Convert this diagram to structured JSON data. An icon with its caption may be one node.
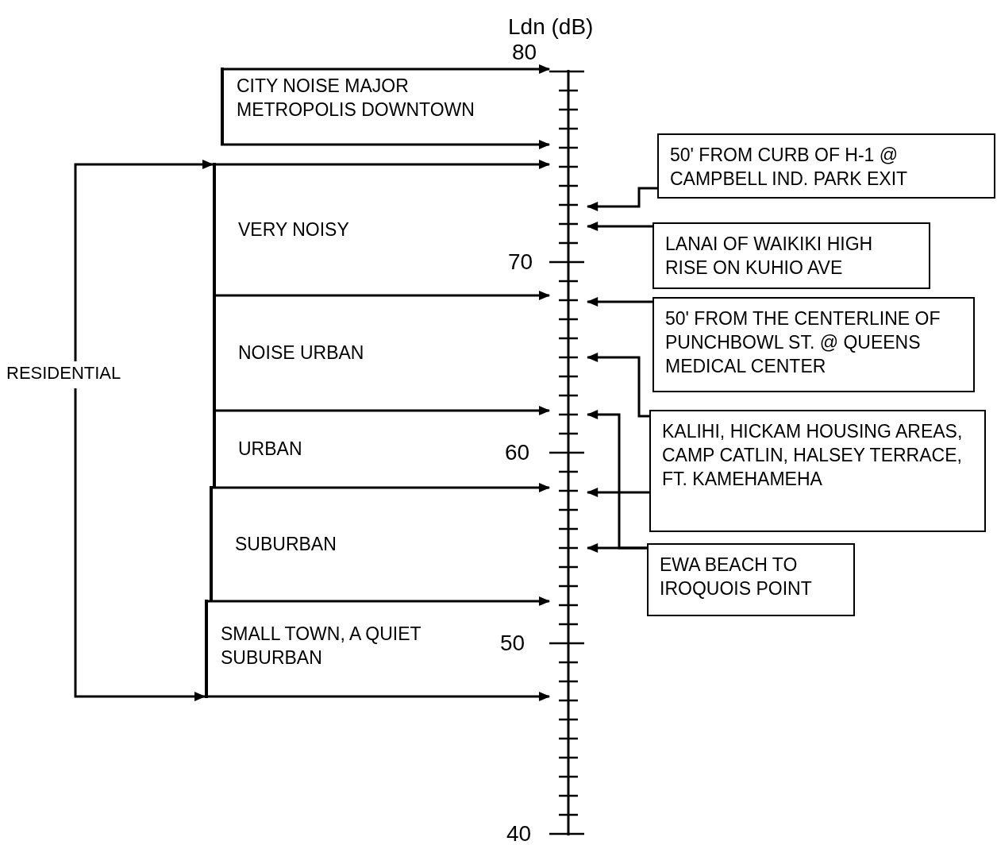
{
  "diagram": {
    "nodes": [
      {
        "text": [
          "CITY NOISE MAJOR METROPOLIS DOWNTOWN"
        ]
      },
      {
        "text": [
          "VERY NOISY"
        ]
      },
      {
        "text": [
          "NOISE URBAN"
        ]
      },
      {
        "text": [
          "URBAN"
        ]
      },
      {
        "text": [
          "SUBURBAN"
        ]
      },
      {
        "text": [
          "SMALL TOWN, A QUIET SUBURBAN"
        ]
      },
      {
        "text": [
          "RESIDENTIAL"
        ]
      },
      {
        "text": [],
        "shape": "bar"
      },
      {
        "text": [
          "50' FROM CURB OF H-1 @ CAMPBELL IND. PARK EXIT"
        ]
      },
      {
        "text": [
          "LANAI OF WAIKIKI HIGH RISE ON KUHIO AVE"
        ]
      },
      {
        "text": [
          "50' FROM THE CENTERLINE OF PUNCHBOWL ST. @ QUEENS MEDICAL CENTER"
        ]
      },
      {
        "text": [
          "KALIHI, HICKAM HOUSING AREAS, CAMP CATLIN, HALSEY TERRACE, FT. KAMEHAMEHA"
        ]
      },
      {
        "text": [
          "EWA BEACH TO IROQUOIS POINT"
        ]
      }
    ],
    "edges": [
      {
        "from": 0,
        "to": 7,
        "arrow": "to"
      },
      {
        "from": 0,
        "to": 7,
        "arrow": "to"
      },
      {
        "from": 1,
        "to": 7,
        "arrow": "to"
      },
      {
        "from": 2,
        "to": 7,
        "arrow": "to"
      },
      {
        "from": 3,
        "to": 7,
        "arrow": "to"
      },
      {
        "from": 4,
        "to": 7,
        "arrow": "to"
      },
      {
        "from": 5,
        "to": 7,
        "arrow": "to"
      },
      {
        "from": 5,
        "to": 7,
        "arrow": "to"
      },
      {
        "from": 6,
        "to": 1,
        "arrow": "to"
      },
      {
        "from": 6,
        "to": 5,
        "arrow": "to"
      },
      {
        "from": 8,
        "to": 7,
        "arrow": "to"
      },
      {
        "from": 9,
        "to": 7,
        "arrow": "to"
      },
      {
        "from": 10,
        "to": 7,
        "arrow": "to"
      },
      {
        "from": 11,
        "to": 7,
        "arrow": "to"
      },
      {
        "from": 11,
        "to": 7,
        "arrow": "to"
      },
      {
        "from": 12,
        "to": 7,
        "arrow": "to"
      },
      {
        "from": 12,
        "to": 7,
        "arrow": "to"
      }
    ],
    "labels": [
      "Ldn (dB)",
      "80",
      "70",
      "60",
      "50",
      "40"
    ]
  }
}
